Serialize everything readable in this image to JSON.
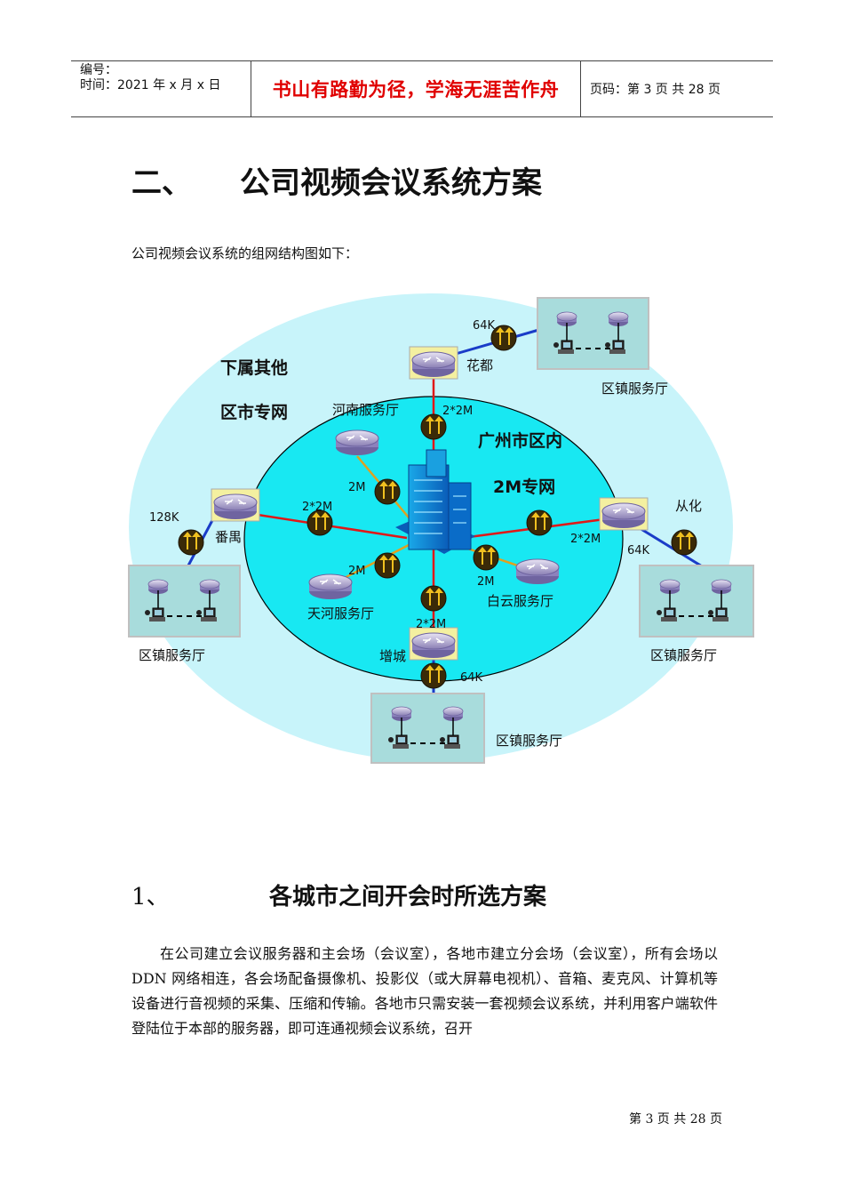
{
  "header": {
    "serial_label": "编号：",
    "time_label": "时间：2021 年 x 月 x 日",
    "motto": "书山有路勤为径，学海无涯苦作舟",
    "page_info": "页码：第 3 页 共 28 页"
  },
  "section": {
    "number": "二、",
    "title": "公司视频会议系统方案",
    "intro": "公司视频会议系统的组网结构图如下："
  },
  "diagram": {
    "outer_label_line1": "下属其他",
    "outer_label_line2": "区市专网",
    "inner_label_line1": "广州市区内",
    "inner_label_line2": "2M专网",
    "nodes": {
      "huadu": "花都",
      "panyu": "番禺",
      "conghua": "从化",
      "zengcheng": "增城",
      "henan": "河南服务厅",
      "tianhe": "天河服务厅",
      "baiyun": "白云服务厅"
    },
    "links": {
      "huadu_64k": "64K",
      "huadu_2x2m": "2*2M",
      "panyu_128k": "128K",
      "panyu_2x2m": "2*2M",
      "henan_2m": "2M",
      "tianhe_2m": "2M",
      "baiyun_2m": "2M",
      "conghua_2x2m": "2*2M",
      "conghua_64k": "64K",
      "zengcheng_2x2m": "2*2M",
      "zengcheng_64k": "64K"
    },
    "branch_labels": {
      "top_right": "区镇服务厅",
      "left": "区镇服务厅",
      "right": "区镇服务厅",
      "bottom": "区镇服务厅"
    },
    "colors": {
      "outer_ellipse": "#c8f4fa",
      "inner_ellipse": "#18e8f2",
      "trunk_link": "#e01818",
      "hall_link": "#e0a020",
      "remote_link": "#1a3cc8",
      "branch_box": "#a8dcdc"
    }
  },
  "subsection": {
    "number": "1、",
    "title": "各城市之间开会时所选方案"
  },
  "paragraph": "在公司建立会议服务器和主会场（会议室），各地市建立分会场（会议室），所有会场以 DDN 网络相连，各会场配备摄像机、投影仪（或大屏幕电视机）、音箱、麦克风、计算机等设备进行音视频的采集、压缩和传输。各地市只需安装一套视频会议系统，并利用客户端软件登陆位于本部的服务器，即可连通视频会议系统，召开",
  "footer": "第 3 页 共 28 页"
}
